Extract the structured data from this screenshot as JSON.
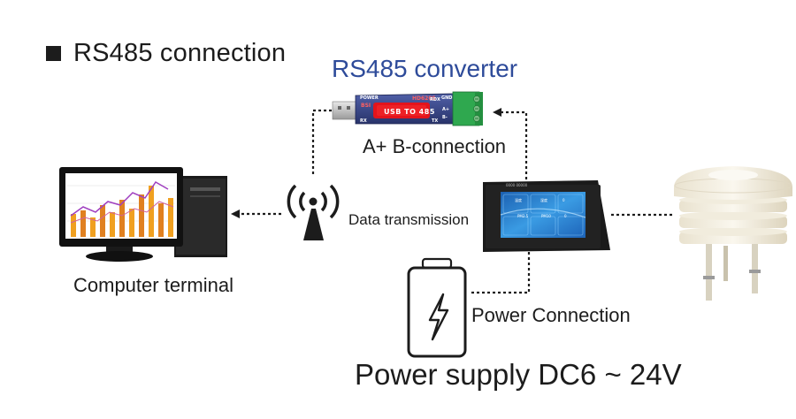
{
  "title": "RS485 connection",
  "converter": {
    "title": "RS485 converter",
    "device_label": "USB TO 485",
    "model": "HD6205",
    "power_mark": "POWER",
    "side_mark": "BSI",
    "red_mark": "RDX",
    "pin_gnd": "GND",
    "pin_a": "A+",
    "pin_b": "B-",
    "rx_mark": "RX",
    "tx_mark": "TX"
  },
  "connection_label": "A+ B-connection",
  "data_label": "Data transmission",
  "computer_label": "Computer terminal",
  "power_connection_label": "Power Connection",
  "power_supply_label": "Power supply DC6 ~ 24V",
  "screen": {
    "brand": "0000 00000",
    "tiles": [
      "温度",
      "湿度",
      "0",
      "PM2.5",
      "PM10",
      "0"
    ]
  },
  "colors": {
    "converter_title": "#2e4b9a",
    "converter_body": "#3a4a8c",
    "converter_label_bg": "#e3141c",
    "terminal_green": "#2fa84f",
    "screen_blue": "#2a7fd3",
    "chart_orange": "#f0a020",
    "chart_purple": "#a040c0"
  },
  "icons": {
    "bullet": "square-bullet-icon",
    "antenna": "antenna-tower-icon",
    "battery": "battery-charging-icon",
    "computer": "computer-monitor-icon",
    "converter": "usb-converter-icon",
    "screen": "touchscreen-display-icon",
    "sensor": "weather-shield-sensor-icon"
  }
}
